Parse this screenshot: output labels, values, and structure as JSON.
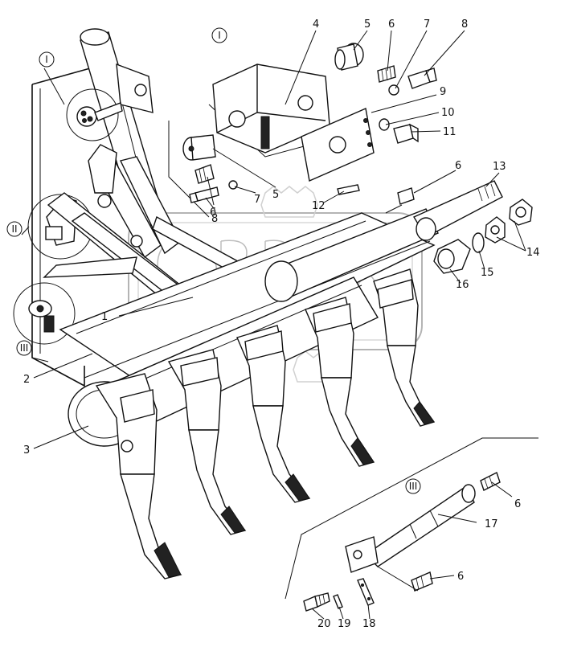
{
  "callouts": [
    "1",
    "2",
    "3",
    "4",
    "5",
    "6",
    "7",
    "8",
    "9",
    "10",
    "11",
    "12",
    "13",
    "14",
    "15",
    "16",
    "17",
    "18",
    "19",
    "20"
  ],
  "views": [
    "I",
    "II",
    "III"
  ],
  "watermark": "ORBIX"
}
